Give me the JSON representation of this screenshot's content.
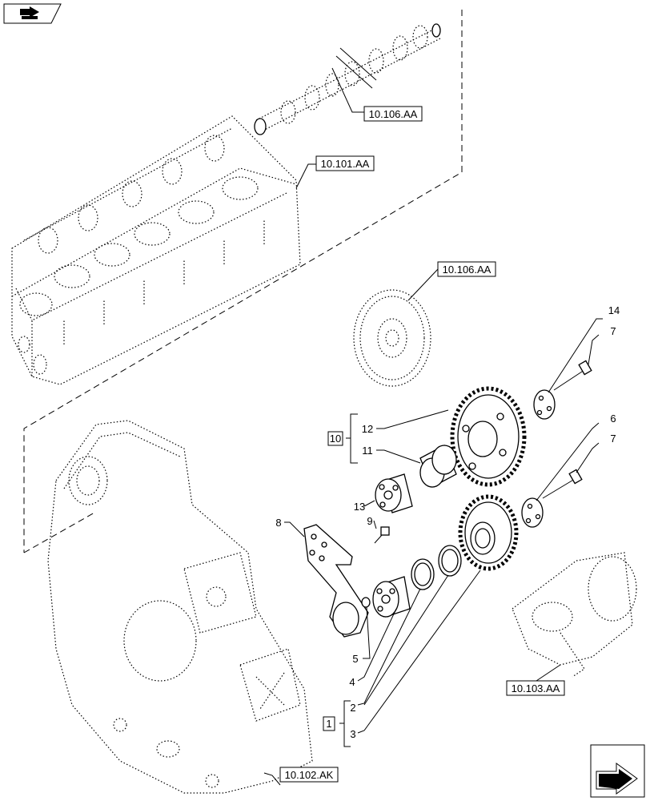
{
  "references": {
    "camshaft": "10.106.AA",
    "cylinder_head": "10.101.AA",
    "camshaft_gear": "10.106.AA",
    "timing_cover": "10.102.AK",
    "crankshaft": "10.103.AA"
  },
  "callouts": {
    "c1": "1",
    "c2": "2",
    "c3": "3",
    "c4": "4",
    "c5": "5",
    "c6": "6",
    "c7a": "7",
    "c7b": "7",
    "c8": "8",
    "c9": "9",
    "c10": "10",
    "c11": "11",
    "c12": "12",
    "c13": "13",
    "c14": "14"
  },
  "icons": {
    "top_left": "view-direction-icon",
    "bottom_right": "next-page-arrow-icon"
  }
}
